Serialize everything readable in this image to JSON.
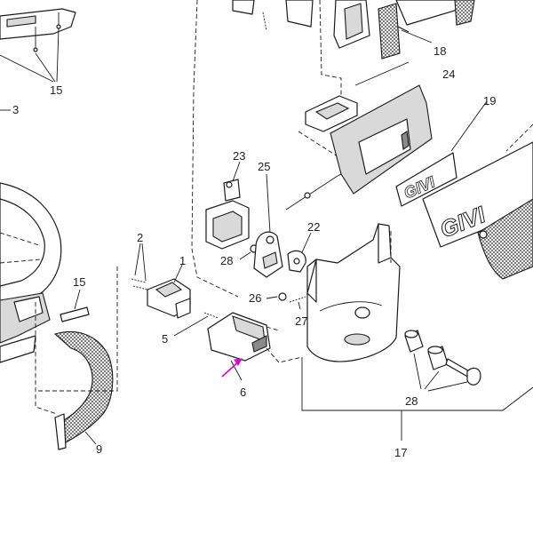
{
  "diagram": {
    "callouts": [
      {
        "id": "c15a",
        "text": "15"
      },
      {
        "id": "c3",
        "text": "3"
      },
      {
        "id": "c18",
        "text": "18"
      },
      {
        "id": "c24",
        "text": "24"
      },
      {
        "id": "c19",
        "text": "19"
      },
      {
        "id": "c23",
        "text": "23"
      },
      {
        "id": "c25",
        "text": "25"
      },
      {
        "id": "c22",
        "text": "22"
      },
      {
        "id": "c2",
        "text": "2"
      },
      {
        "id": "c1",
        "text": "1"
      },
      {
        "id": "c28a",
        "text": "28"
      },
      {
        "id": "c15b",
        "text": "15"
      },
      {
        "id": "c26",
        "text": "26"
      },
      {
        "id": "c27",
        "text": "27"
      },
      {
        "id": "c5",
        "text": "5"
      },
      {
        "id": "c6",
        "text": "6"
      },
      {
        "id": "c28b",
        "text": "28"
      },
      {
        "id": "c9",
        "text": "9"
      },
      {
        "id": "c17",
        "text": "17"
      }
    ],
    "highlight_color": "#d400d4",
    "line_color": "#1a1a1a",
    "logo_text": "GIVI"
  }
}
